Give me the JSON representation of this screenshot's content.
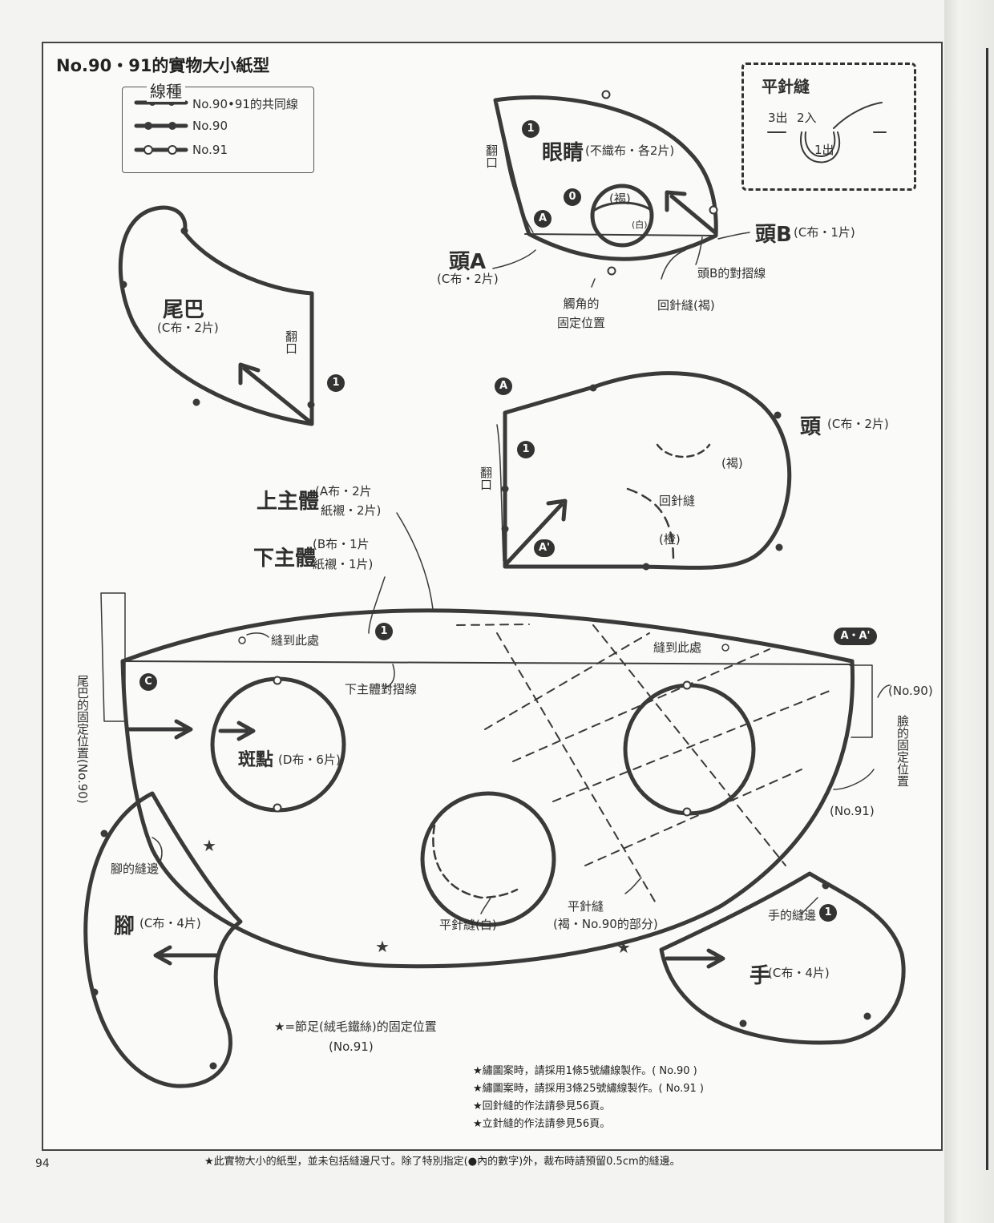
{
  "title": "No.90・91的實物大小紙型",
  "page_number": "94",
  "legend": {
    "heading": "線種",
    "items": [
      {
        "label": "No.90•91的共同線"
      },
      {
        "label": "No.90"
      },
      {
        "label": "No.91"
      }
    ]
  },
  "stitch_box": {
    "heading": "平針縫",
    "out_left": "3出",
    "in_right": "2入",
    "out_bottom": "1出"
  },
  "pieces": {
    "eye": {
      "name": "眼睛",
      "spec": "(不織布・各2片)",
      "brown": "(褐)",
      "white": "(白)"
    },
    "head_a": {
      "name": "頭A",
      "spec": "(C布・2片)"
    },
    "head_b": {
      "name": "頭B",
      "spec": "(C布・1片)"
    },
    "head_b_fold": "頭B的對摺線",
    "back_stitch_brown": "回針縫(褐)",
    "antenna": "觸角的\n固定位置",
    "tail": {
      "name": "尾巴",
      "spec": "(C布・2片)",
      "turn": "翻口"
    },
    "head": {
      "name": "頭",
      "spec": "(C布・2片)",
      "brown": "(褐)",
      "orange": "(橙)",
      "back_stitch": "回針縫",
      "turn": "翻口"
    },
    "upper_body": {
      "name": "上主體",
      "spec1": "(A布・2片",
      "spec2": "紙襯・2片)"
    },
    "lower_body": {
      "name": "下主體",
      "spec1": "(B布・1片",
      "spec2": "紙襯・1片)"
    },
    "sew_here_1": "縫到此處",
    "sew_here_2": "縫到此處",
    "lower_fold": "下主體對摺線",
    "tail_pos": "尾巴的固定位置(No.90)",
    "face_pos": "臉的固定位置",
    "no90": "(No.90)",
    "no91": "(No.91)",
    "spot": {
      "name": "斑點",
      "spec": "(D布・6片)"
    },
    "leg_seam": "腳的縫邊",
    "leg": {
      "name": "腳",
      "spec": "(C布・4片)"
    },
    "running_white": "平針縫(白)",
    "running_brown1": "平針縫",
    "running_brown2": "(褐・No.90的部分)",
    "hand_seam": "手的縫邊",
    "hand": {
      "name": "手",
      "spec": "(C布・4片)"
    },
    "star_note1": "★=節足(絨毛鐵絲)的固定位置",
    "star_note2": "(No.91)"
  },
  "markers": {
    "one": "1",
    "zero": "0",
    "a": "A",
    "a_prime": "A'",
    "c": "C",
    "aa": "A・A'"
  },
  "notes": [
    "★繡圖案時，請採用1條5號繡線製作。( No.90 )",
    "★繡圖案時，請採用3條25號繡線製作。( No.91 )",
    "★回針縫的作法請參見56頁。",
    "★立針縫的作法請參見56頁。"
  ],
  "footer": "★此實物大小的紙型，並未包括縫邊尺寸。除了特別指定(●內的數字)外，裁布時請預留0.5cm的縫邊。",
  "colors": {
    "line": "#3a3a3a",
    "paper": "#fafaf8"
  }
}
